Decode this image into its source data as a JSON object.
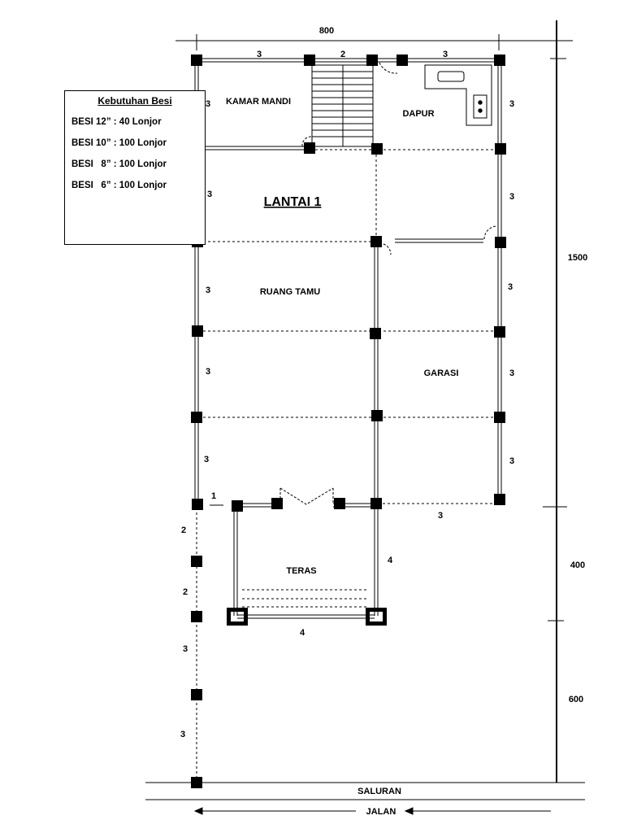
{
  "legend": {
    "title": "Kebutuhan Besi",
    "items": [
      "BESI 12” : 40 Lonjor",
      "BESI 10” : 100 Lonjor",
      "BESI   8” : 100 Lonjor",
      "BESI   6” : 100 Lonjor"
    ]
  },
  "plan": {
    "title": "LANTAI 1",
    "rooms": {
      "kamar_mandi": "KAMAR MANDI",
      "dapur": "DAPUR",
      "ruang_tamu": "RUANG TAMU",
      "garasi": "GARASI",
      "teras": "TERAS"
    },
    "saluran": "SALURAN",
    "jalan": "JALAN"
  },
  "dimensions": {
    "total_width": "800",
    "top_left_span": "3",
    "top_mid_span": "2",
    "top_right_span": "3",
    "left_spans": [
      "3",
      "3",
      "3",
      "3",
      "3"
    ],
    "right_spans": [
      "3",
      "3",
      "3",
      "3",
      "3"
    ],
    "gap": "1",
    "garasi_bottom": "3",
    "teras_side": "4",
    "teras_bottom": "4",
    "fence_spans": [
      "2",
      "2",
      "3",
      "3"
    ],
    "depth_main": "1500",
    "depth_teras": "400",
    "depth_front": "600"
  }
}
